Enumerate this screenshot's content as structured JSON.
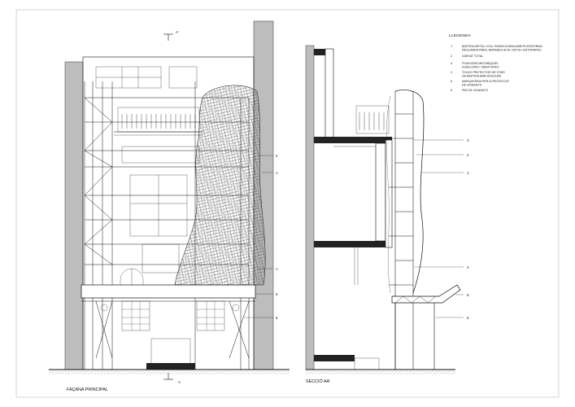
{
  "section_marks": {
    "top": "A'",
    "bottom": "A"
  },
  "captions": {
    "facade": "FAÇANA PRINCIPAL",
    "section": "SECCIÓ AA'"
  },
  "legend": {
    "title": "LLEGENDA",
    "items": [
      {
        "num": "1",
        "lines": [
          "BASTIDA METÀL·LICA, HOMOLOGADA AMB PLATAFORMA",
          "REGLAMENTÀRIA, BARANES ALTA / MITJA / ENTORNPEU"
        ]
      },
      {
        "num": "2",
        "lines": [
          "XARXAT TOTAL"
        ]
      },
      {
        "num": "3",
        "lines": [
          "FIXACIONS MECÀNIQUES",
          "A BALCONS I OBERTURES"
        ]
      },
      {
        "num": "4",
        "lines": [
          "TOLDO PROTECTOR DE FONS",
          "DE BASTIDA AMB DESGUÀS"
        ]
      },
      {
        "num": "5",
        "lines": [
          "MARQUESINA PER A PROTECCIÓ",
          "DE VIANANTS"
        ]
      },
      {
        "num": "6",
        "lines": [
          "PAS DE VIANANTS"
        ]
      }
    ]
  },
  "facade_callouts": [
    "2",
    "1",
    "1",
    "5",
    "6"
  ],
  "section_callouts": [
    "3",
    "2",
    "1",
    "4",
    "5",
    "6"
  ]
}
